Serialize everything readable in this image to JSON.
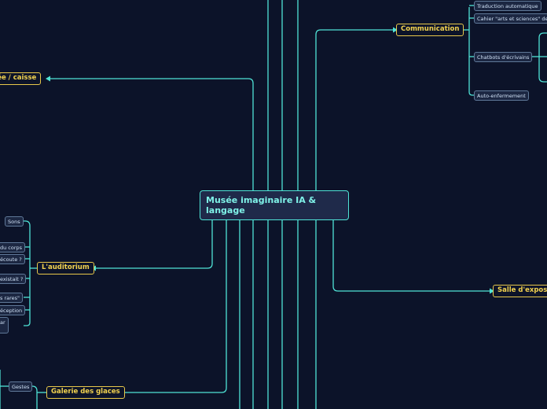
{
  "map": {
    "root": "Musée imaginaire IA & langage",
    "communication": "Communication",
    "entree": "rée / caisse",
    "auditorium": "L'auditorium",
    "galerie": "Galerie des glaces",
    "salle": "Salle d'exposi",
    "traduction": "Traduction automatique",
    "cahier": "Cahier \"arts et sciences\" de",
    "chatbots": "Chatbots d'écrivains",
    "auto": "Auto-enfermement",
    "sons": "Sons",
    "corps": "du corps",
    "ecoute": "écoute ?",
    "existait": "existait ?",
    "rares": "s rares\"",
    "reception": "éception",
    "ar": "ar",
    "gestes": "Gestes"
  },
  "colors": {
    "background": "#0c1329",
    "connector": "#4fe3d6",
    "main_border": "#e8c84a",
    "main_text": "#f2d24f",
    "root_fill": "#1f2a4a",
    "sub_fill": "#1c2742",
    "sub_border": "#5f7898"
  }
}
